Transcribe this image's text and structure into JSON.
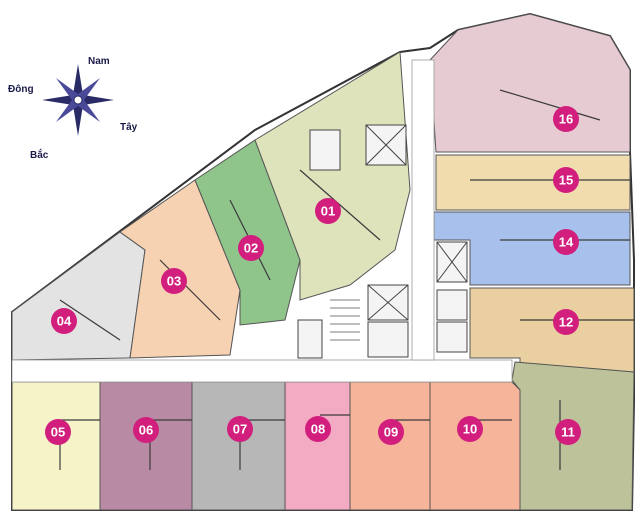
{
  "compass": {
    "north": "Nam",
    "east": "Tây",
    "south": "Bắc",
    "west": "Đông"
  },
  "units": [
    {
      "id": "01",
      "label": "01",
      "color": "#dfe3bc"
    },
    {
      "id": "02",
      "label": "02",
      "color": "#8fc58a"
    },
    {
      "id": "03",
      "label": "03",
      "color": "#f6d2b2"
    },
    {
      "id": "04",
      "label": "04",
      "color": "#e3e3e3"
    },
    {
      "id": "05",
      "label": "05",
      "color": "#f6f3c9"
    },
    {
      "id": "06",
      "label": "06",
      "color": "#b98aa3"
    },
    {
      "id": "07",
      "label": "07",
      "color": "#b7b7b7"
    },
    {
      "id": "08",
      "label": "08",
      "color": "#f2abc3"
    },
    {
      "id": "09",
      "label": "09",
      "color": "#f6b59b"
    },
    {
      "id": "10",
      "label": "10",
      "color": "#f6b59b"
    },
    {
      "id": "11",
      "label": "11",
      "color": "#bdc29a"
    },
    {
      "id": "12",
      "label": "12",
      "color": "#ead0a1"
    },
    {
      "id": "14",
      "label": "14",
      "color": "#a7c1ec"
    },
    {
      "id": "15",
      "label": "15",
      "color": "#f1dcae"
    },
    {
      "id": "16",
      "label": "16",
      "color": "#e7cbd2"
    }
  ],
  "marker_color": "#d21f7e"
}
